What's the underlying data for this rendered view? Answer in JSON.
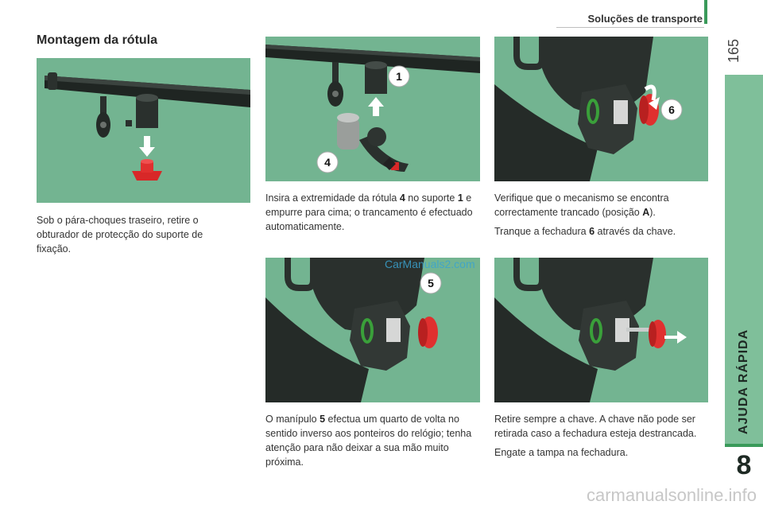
{
  "header": {
    "title": "Soluções de transporte",
    "page_number": "165"
  },
  "side_tab": {
    "label": "AJUDA RÁPIDA",
    "chapter": "8"
  },
  "section": {
    "title": "Montagem da rótula"
  },
  "colors": {
    "accent_green": "#3a9a5a",
    "tab_green": "#7fbf9a",
    "figure_bg": "#73b491",
    "red_part": "#e0302f"
  },
  "captions": {
    "c1": {
      "text": "Sob o pára-choques traseiro, retire o obturador de protecção do suporte de fixação."
    },
    "c2": {
      "part1": "Insira a extremidade da rótula ",
      "num_a": "4",
      "part2": " no suporte ",
      "num_b": "1",
      "part3": " e empurre para cima; o trancamento é efectuado automaticamente."
    },
    "c3": {
      "p1_part1": "Verifique que o mecanismo se encontra correctamente trancado (posição ",
      "p1_letter": "A",
      "p1_part2": ").",
      "p2_part1": "Tranque a fechadura ",
      "p2_num": "6",
      "p2_part2": " através da chave."
    },
    "c4": {
      "part1": "O manípulo ",
      "num": "5",
      "part2": " efectua um quarto de volta no sentido inverso aos ponteiros do relógio; tenha atenção para não deixar a sua mão muito próxima."
    },
    "c5": {
      "p1": "Retire sempre a chave. A chave não pode ser retirada caso a fechadura esteja destrancada.",
      "p2": "Engate a tampa na fechadura."
    }
  },
  "callouts": {
    "fig2_a": "1",
    "fig2_b": "4",
    "fig3": "6",
    "fig4": "5"
  },
  "watermarks": {
    "mid": "CarManuals2.com",
    "footer": "carmanualsonline.info"
  }
}
